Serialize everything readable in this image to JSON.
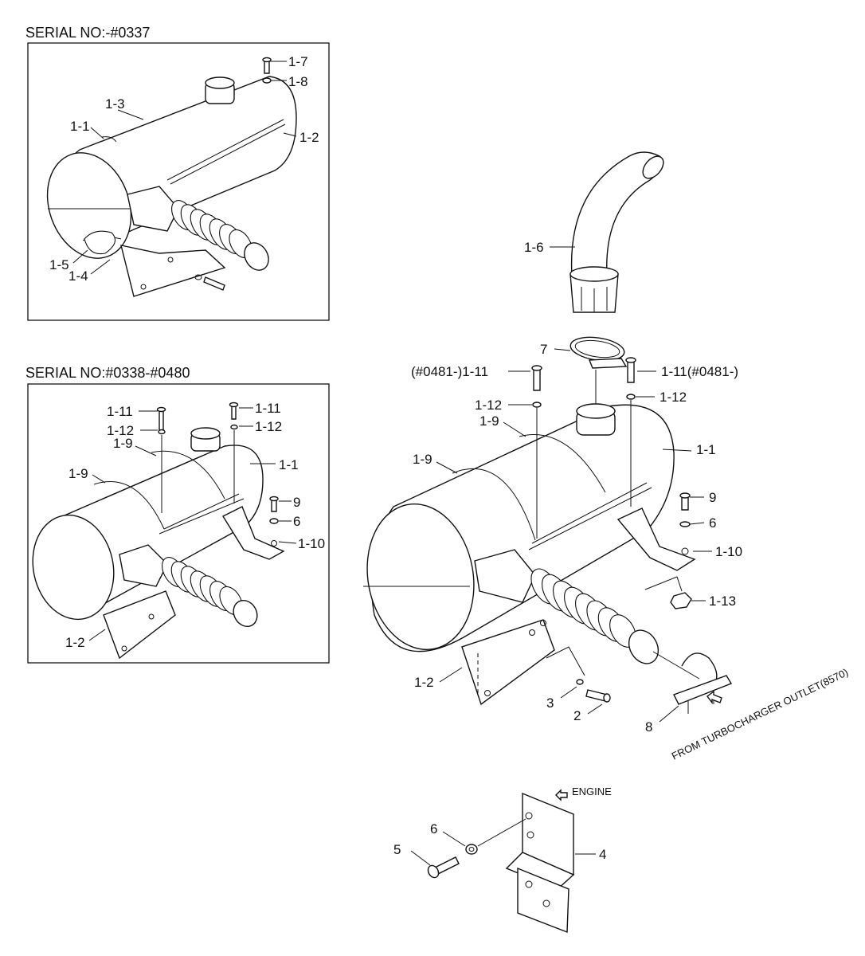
{
  "panels": {
    "top_left_title": "SERIAL NO:-#0337",
    "mid_left_title": "SERIAL NO:#0338-#0480"
  },
  "callouts": {
    "p1": {
      "c1_7": "1-7",
      "c1_8": "1-8",
      "c1_3": "1-3",
      "c1_1": "1-1",
      "c1_2": "1-2",
      "c1_5": "1-5",
      "c1_4": "1-4"
    },
    "p2": {
      "c1_11a": "1-11",
      "c1_12a": "1-12",
      "c1_9a": "1-9",
      "c1_11b": "1-11",
      "c1_12b": "1-12",
      "c1_1": "1-1",
      "c1_9b": "1-9",
      "c9": "9",
      "c6": "6",
      "c1_10": "1-10",
      "c1_2": "1-2"
    },
    "main": {
      "c1_6": "1-6",
      "c7": "7",
      "c1_11l": "(#0481-)1-11",
      "c1_11r": "1-11(#0481-)",
      "c1_12l": "1-12",
      "c1_12r": "1-12",
      "c1_9a": "1-9",
      "c1_9b": "1-9",
      "c1_1": "1-1",
      "c9": "9",
      "c6": "6",
      "c1_10": "1-10",
      "c1_13": "1-13",
      "c1_2": "1-2",
      "c3": "3",
      "c2": "2",
      "c8": "8"
    },
    "bracket": {
      "c5": "5",
      "c6": "6",
      "c4": "4"
    }
  },
  "annotations": {
    "turbo": "FROM TURBOCHARGER OUTLET(8570)",
    "engine": "ENGINE"
  }
}
